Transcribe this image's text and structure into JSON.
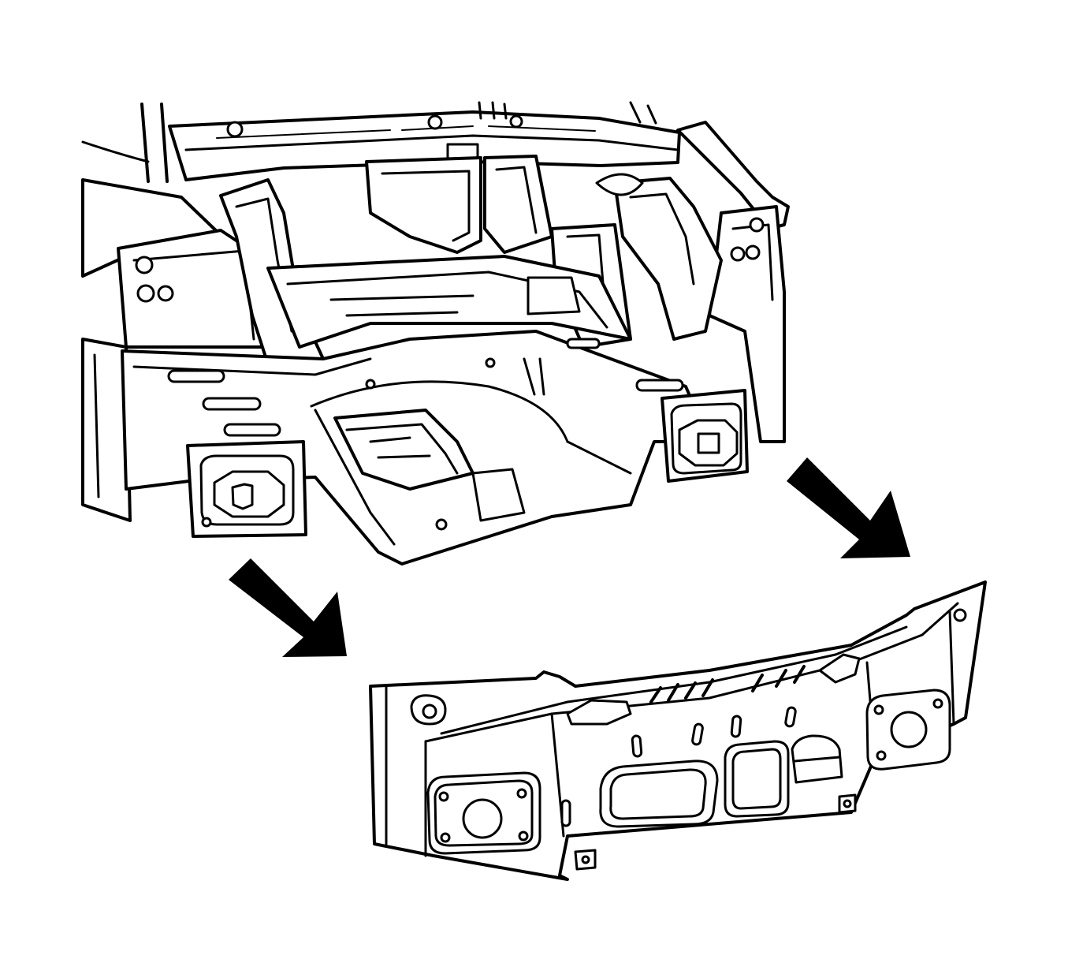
{
  "figure": {
    "kind": "technical line illustration",
    "subject_parts": [
      "vehicle-rear-body-structure",
      "rear-end-panel"
    ],
    "arrow_count": 2,
    "colors": {
      "line": "#000000",
      "background": "#ffffff"
    }
  }
}
